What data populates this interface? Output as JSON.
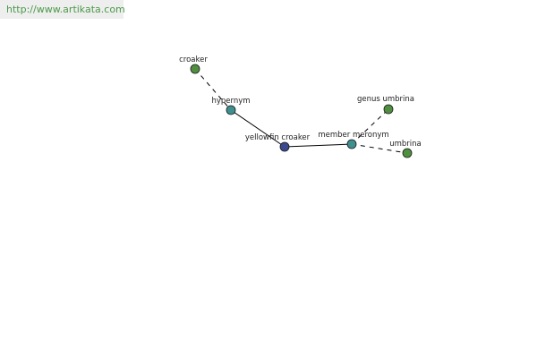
{
  "header": {
    "url": "http://www.artikata.com"
  },
  "colors": {
    "leaf": "#4f8f3f",
    "relation": "#3f8f8f",
    "center": "#3b4a8f",
    "edge": "#000000",
    "url_text": "#4a9a4a"
  },
  "graph": {
    "nodes": [
      {
        "id": "croaker",
        "label": "croaker",
        "kind": "leaf"
      },
      {
        "id": "hypernym",
        "label": "hypernym",
        "kind": "relation"
      },
      {
        "id": "yellowfin",
        "label": "yellowfin croaker",
        "kind": "center"
      },
      {
        "id": "meronym",
        "label": "member meronym",
        "kind": "relation"
      },
      {
        "id": "genus",
        "label": "genus umbrina",
        "kind": "leaf"
      },
      {
        "id": "umbrina",
        "label": "umbrina",
        "kind": "leaf"
      }
    ],
    "edges": [
      {
        "from": "croaker",
        "to": "hypernym",
        "style": "dashed"
      },
      {
        "from": "hypernym",
        "to": "yellowfin",
        "style": "solid"
      },
      {
        "from": "yellowfin",
        "to": "meronym",
        "style": "solid"
      },
      {
        "from": "meronym",
        "to": "genus",
        "style": "dashed"
      },
      {
        "from": "meronym",
        "to": "umbrina",
        "style": "dashed"
      }
    ]
  }
}
